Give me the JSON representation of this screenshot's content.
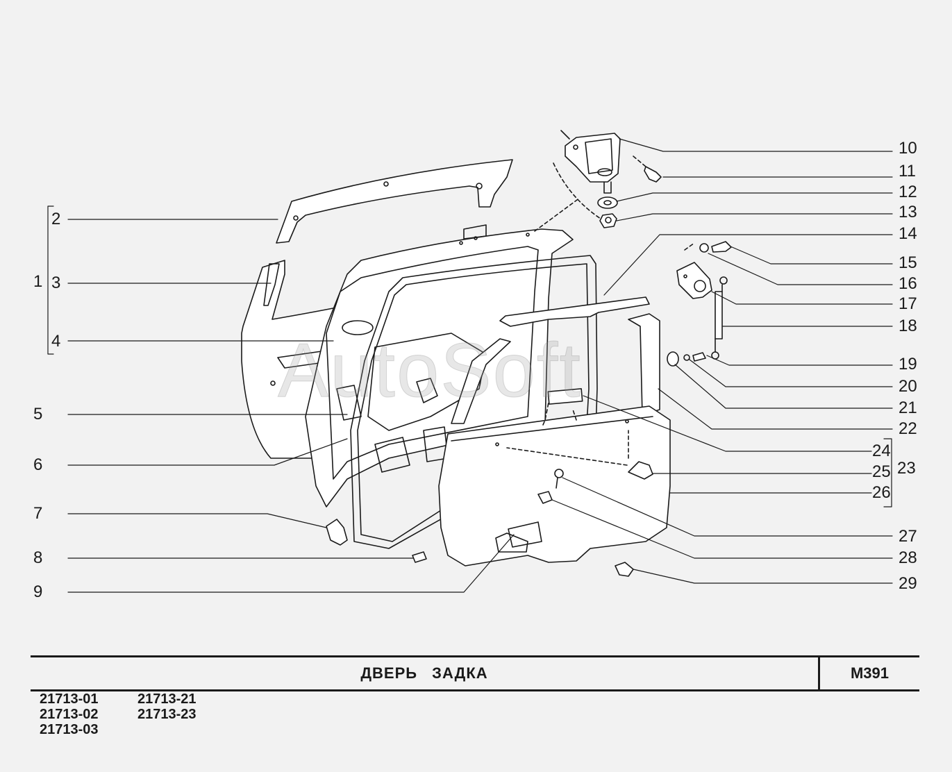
{
  "diagram": {
    "callouts_left": [
      "1",
      "2",
      "3",
      "4",
      "5",
      "6",
      "7",
      "8",
      "9"
    ],
    "callouts_right": [
      "10",
      "11",
      "12",
      "13",
      "14",
      "15",
      "16",
      "17",
      "18",
      "19",
      "20",
      "21",
      "22",
      "23",
      "24",
      "25",
      "26",
      "27",
      "28",
      "29"
    ],
    "watermark": "AutoSoft"
  },
  "title_block": {
    "title": "ДВЕРЬ ЗАДКА",
    "code": "M391"
  },
  "models": {
    "col1": [
      "21713-01",
      "21713-02",
      "21713-03"
    ],
    "col2": [
      "21713-21",
      "21713-23"
    ]
  }
}
